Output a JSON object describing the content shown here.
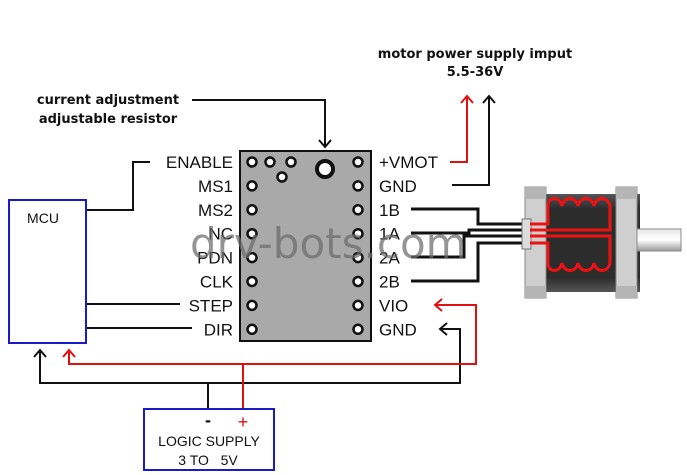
{
  "annotations": {
    "motor_supply_line1": "motor power supply imput",
    "motor_supply_line2": "5.5-36V",
    "current_adj_line1": "current adjustment",
    "current_adj_line2": "adjustable resistor"
  },
  "mcu": {
    "label": "MCU"
  },
  "driver": {
    "left_pins": [
      "ENABLE",
      "MS1",
      "MS2",
      "NC",
      "PDN",
      "CLK",
      "STEP",
      "DIR"
    ],
    "right_pins": [
      "+VMOT",
      "GND",
      "1B",
      "1A",
      "2A",
      "2B",
      "VIO",
      "GND"
    ]
  },
  "logic_supply": {
    "minus": "-",
    "plus": "+",
    "line1": "LOGIC SUPPLY",
    "line2": "3 TO   5V"
  },
  "watermark": "drv-bots.com",
  "colors": {
    "wire_power": "#e01010",
    "wire_ground": "#111111",
    "box_border": "#1a1acc",
    "board_fill": "#a9a9a9",
    "coil": "#ee1111"
  }
}
